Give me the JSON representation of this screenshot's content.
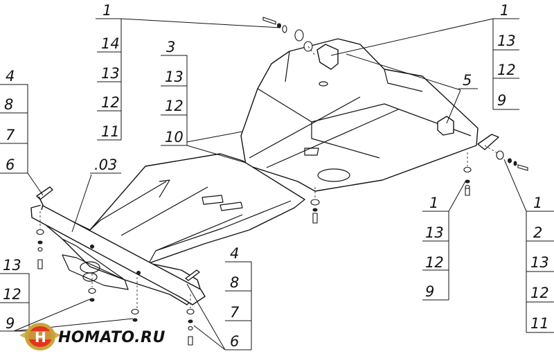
{
  "callouts": {
    "c1": [
      "1",
      "14",
      "13",
      "12",
      "11"
    ],
    "c2": [
      "1",
      "13",
      "12",
      "9"
    ],
    "c3": [
      "3",
      "13",
      "12",
      "10"
    ],
    "c4": [
      "4",
      "8",
      "7",
      "6"
    ],
    "c5": "5",
    "c6": ".03",
    "c7": [
      "1",
      "13",
      "12",
      "9"
    ],
    "c8": [
      "1",
      "2",
      "13",
      "12",
      "11"
    ],
    "c9": [
      "4",
      "8",
      "7",
      "6"
    ],
    "c10": [
      "13",
      "12",
      "9"
    ]
  },
  "logo": {
    "text": "HOMATO.RU",
    "colors": {
      "outer": "#c8a63a",
      "inner": "#e53320",
      "letter": "#ffffff"
    }
  }
}
